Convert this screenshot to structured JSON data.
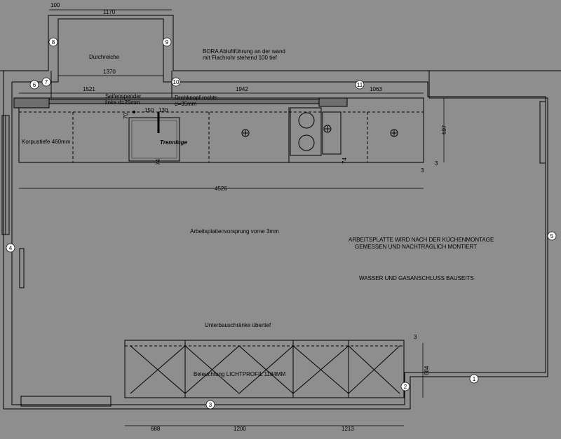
{
  "dimensions": {
    "top_opening_offset": "100",
    "top_opening_width": "1170",
    "opening_inner_width": "1370",
    "run_1": "1521",
    "run_2": "1942",
    "run_3": "1063",
    "sink_offset_a": "150",
    "sink_offset_b": "130",
    "sink_offset_c": "70",
    "cabinet_depth_a": "74",
    "cabinet_depth_b": "74",
    "right_depth": "697",
    "right_gap_a": "3",
    "right_gap_b": "3",
    "overall_length": "4526",
    "island_gap": "3",
    "island_depth": "684",
    "bottom_run_1": "688",
    "bottom_run_2": "1200",
    "bottom_run_3": "1213"
  },
  "markers": [
    "1",
    "2",
    "3",
    "4",
    "5",
    "6",
    "7",
    "8",
    "9",
    "10",
    "11"
  ],
  "labels": {
    "durchreiche": "Durchreiche",
    "bora_line1": "BORA Abluftführung an der wand",
    "bora_line2": "mit Flachrohr stehend 100 tief",
    "seifenspender_line1": "Seifenspender",
    "seifenspender_line2": "links d=25mm",
    "drehknopf_line1": "Drehknopf rechts",
    "drehknopf_line2": "d=35mm",
    "trennfuge": "Trennfuge",
    "korpustiefe": "Korpustiefe 460mm",
    "vorsprung": "Arbeitsplattenvorsprung vorne 3mm",
    "arbeitsplatte_line1": "ARBEITSPLATTE WIRD NACH DER KÜCHENMONTAGE",
    "arbeitsplatte_line2": "GEMESSEN UND NACHTRÄGLICH MONTIERT",
    "wasser": "WASSER UND GASANSCHLUSS BAUSEITS",
    "unterbau": "Unterbauschränke übertief",
    "beleuchtung": "Beleuchtung LICHTPROFIL 1184MM"
  },
  "colors": {
    "background": "#8e8e8e",
    "line": "#000000",
    "marker_fill": "#ffffff"
  }
}
